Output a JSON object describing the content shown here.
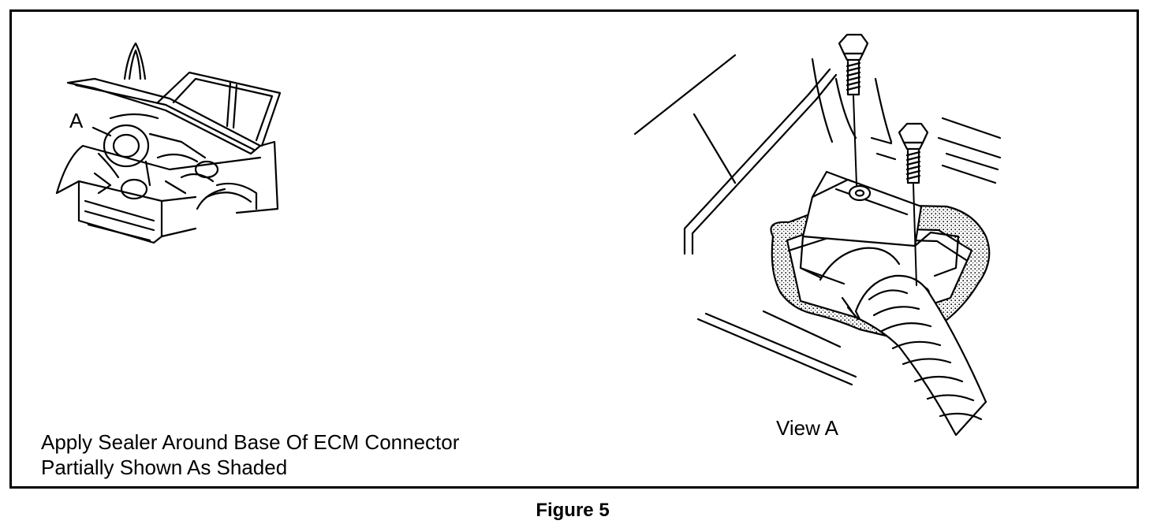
{
  "callout": "A",
  "view_label": "View A",
  "note": {
    "line1": "Apply Sealer Around Base Of ECM Connector",
    "line2": "Partially Shown As Shaded"
  },
  "caption": "Figure 5"
}
